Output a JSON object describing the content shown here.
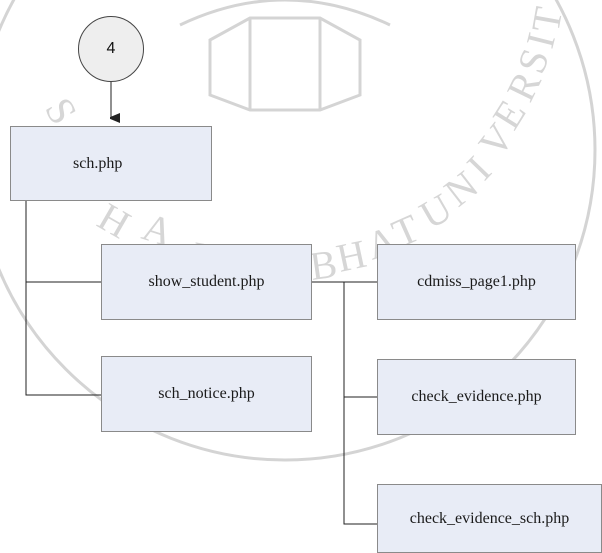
{
  "connector": {
    "label": "4"
  },
  "nodes": {
    "root": "sch.php",
    "show_student": "show_student.php",
    "sch_notice": "sch_notice.php",
    "cdmiss_page1": "cdmiss_page1.php",
    "check_evidence": "check_evidence.php",
    "check_evidence_sch": "check_evidence_sch.php"
  },
  "colors": {
    "box_fill": "#e8ecf6",
    "box_border": "#8a8a8a",
    "line": "#222222",
    "watermark": "#d0d0d0"
  }
}
